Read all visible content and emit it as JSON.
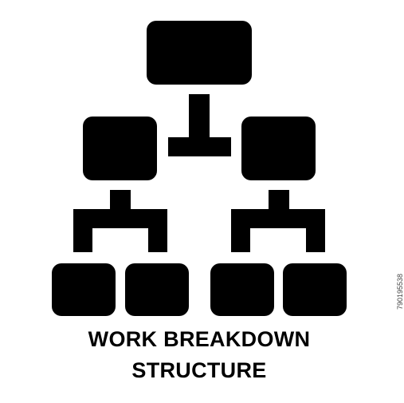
{
  "caption": {
    "line1": "WORK BREAKDOWN",
    "line2": "STRUCTURE"
  },
  "stock_id": "790195538",
  "icon": {
    "name": "work-breakdown-structure-icon",
    "color": "#000000"
  }
}
